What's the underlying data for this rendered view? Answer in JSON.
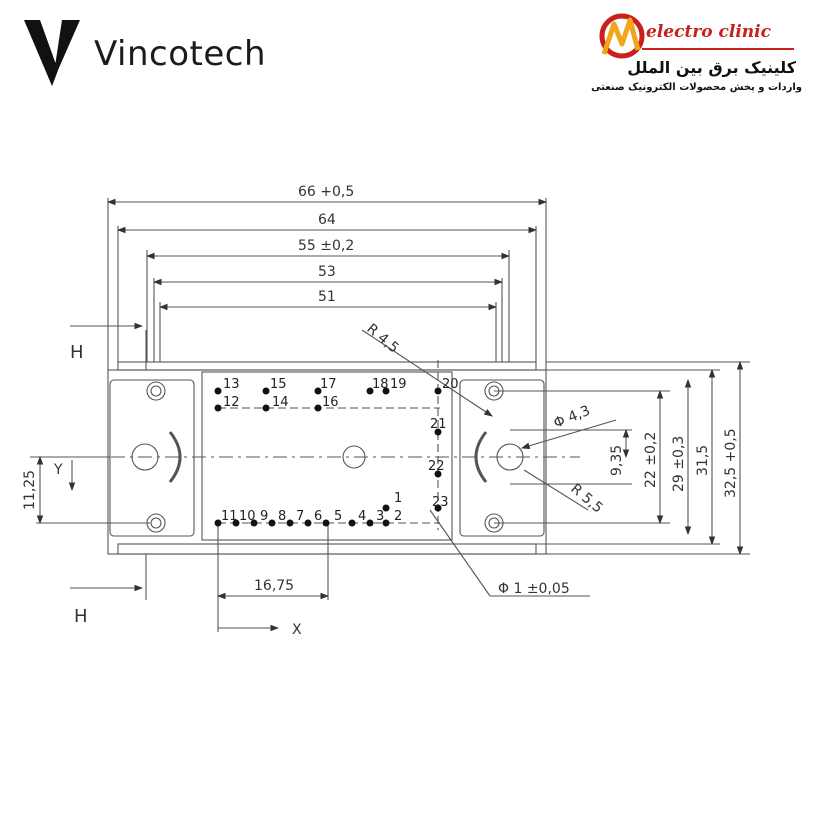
{
  "header": {
    "brand": "Vincotech",
    "brand_icon": "vincotech-v-logo-icon",
    "partner_logo_icon": "electro-clinic-logo-icon"
  },
  "partner": {
    "name": "electro clinic",
    "name_fa": "کلینیک برق بین الملل",
    "tagline_fa": "واردات و پخش محصولات الکترونیک صنعتی",
    "accent": "#c8201a"
  },
  "drawing": {
    "dims_top": [
      "66  +0,5",
      "64",
      "55  ±0,2",
      "53",
      "51"
    ],
    "dims_right": [
      "9,35",
      "22  ±0,2",
      "29  ±0,3",
      "31,5",
      "32,5  +0,5"
    ],
    "left_dim": "11,25",
    "bottom_dim": "16,75",
    "section_top": "H",
    "section_bottom": "H",
    "axis_x": "X",
    "axis_y": "Y",
    "radius_top": "R 4,5",
    "radius_right": "R 5,5",
    "hole_dia": "Φ 4,3",
    "pin_dia": "Φ  1  ±0,05",
    "pins_top_row": [
      "13",
      "15",
      "17",
      "18",
      "19",
      "20"
    ],
    "pins_second_row": [
      "12",
      "14",
      "16"
    ],
    "pins_bottom_row": [
      "11",
      "10",
      "9",
      "8",
      "7",
      "6",
      "5",
      "4",
      "3",
      "2"
    ],
    "pins_right": [
      "21",
      "22",
      "23",
      "1"
    ]
  }
}
